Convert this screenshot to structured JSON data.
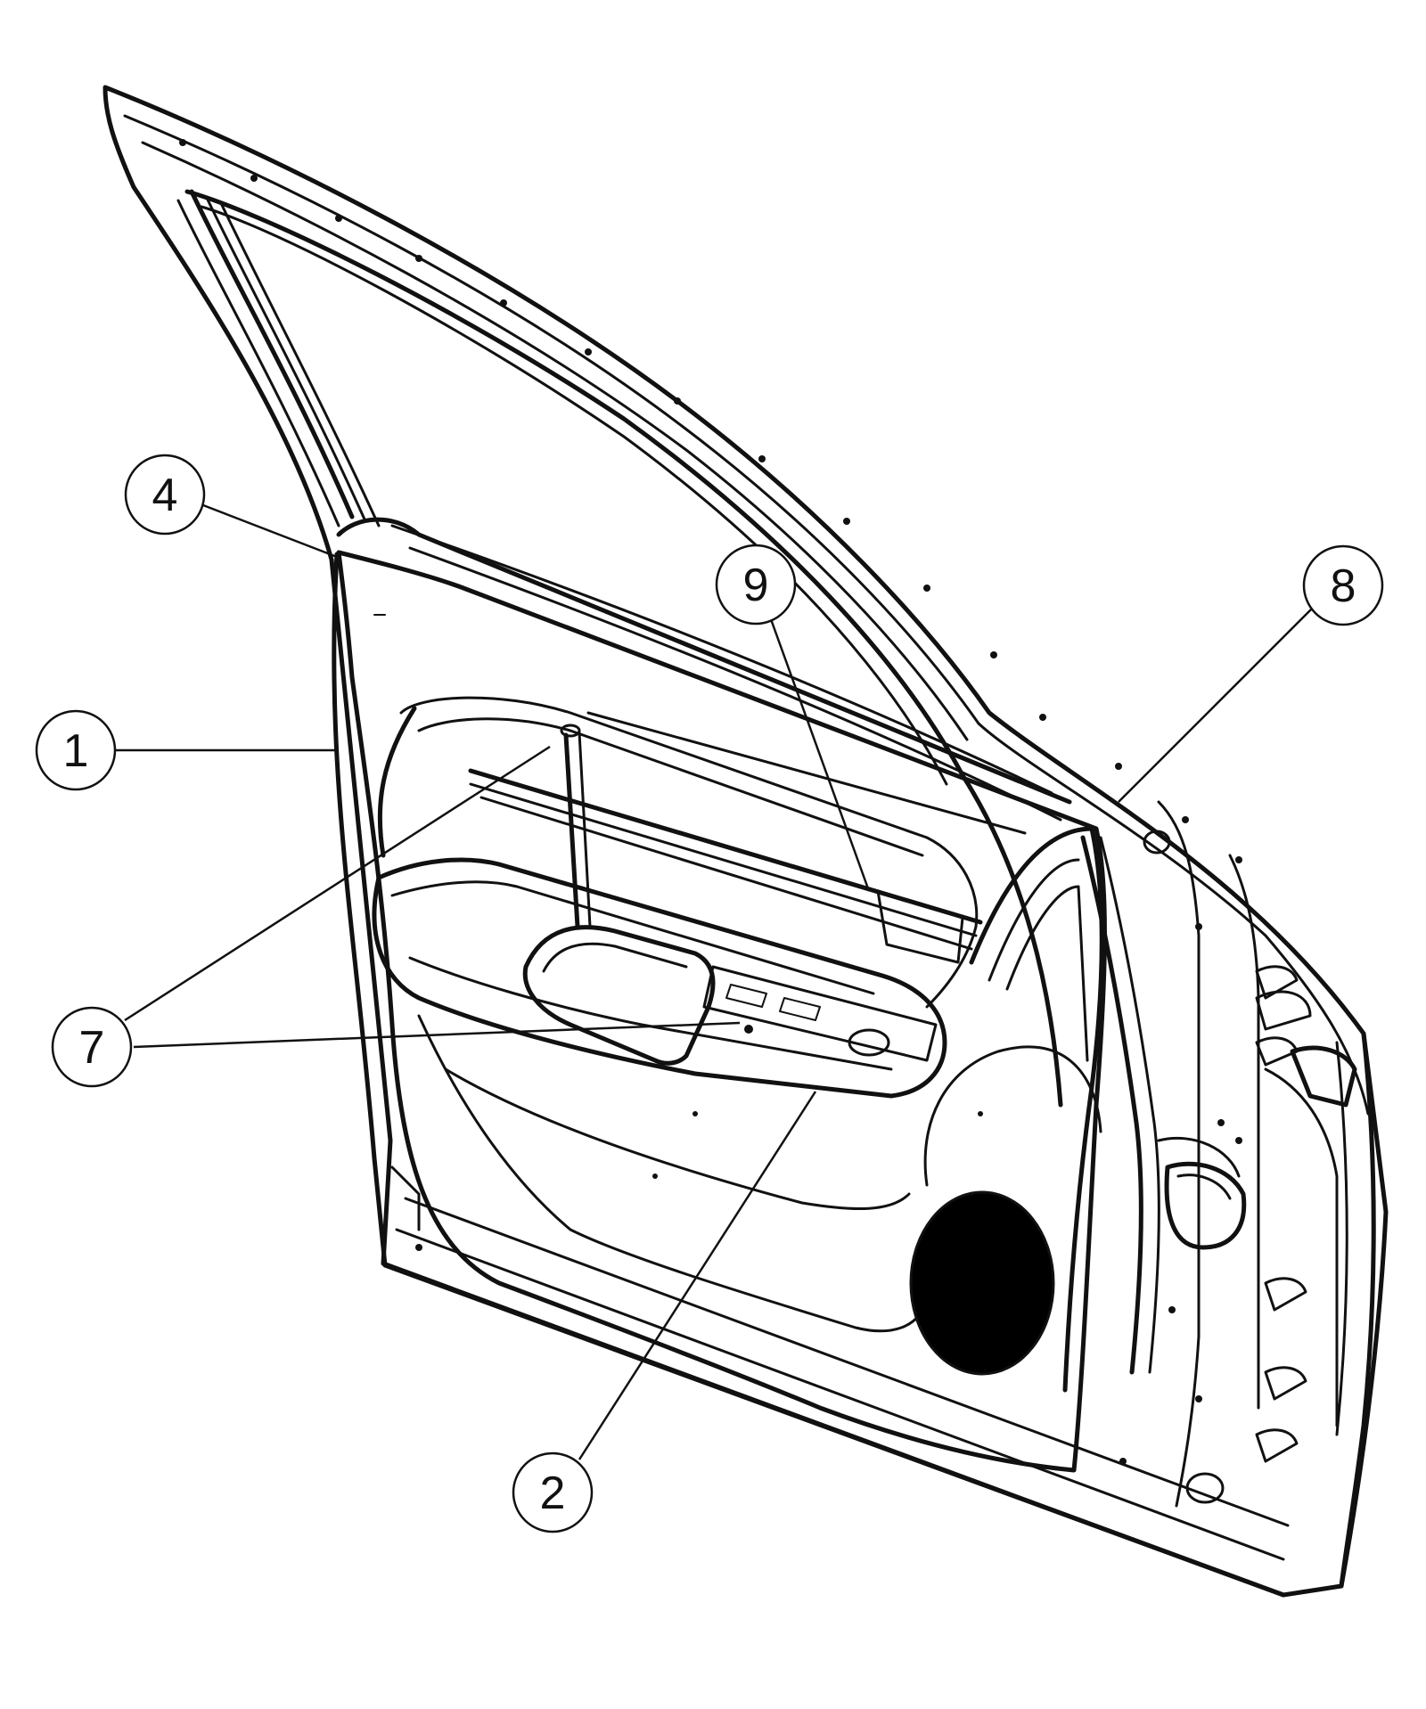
{
  "colors": {
    "line": "#111111",
    "background": "#ffffff",
    "speaker_fill": "#000000"
  },
  "callouts": {
    "c1": "1",
    "c2": "2",
    "c4": "4",
    "c7": "7",
    "c8": "8",
    "c9": "9"
  }
}
